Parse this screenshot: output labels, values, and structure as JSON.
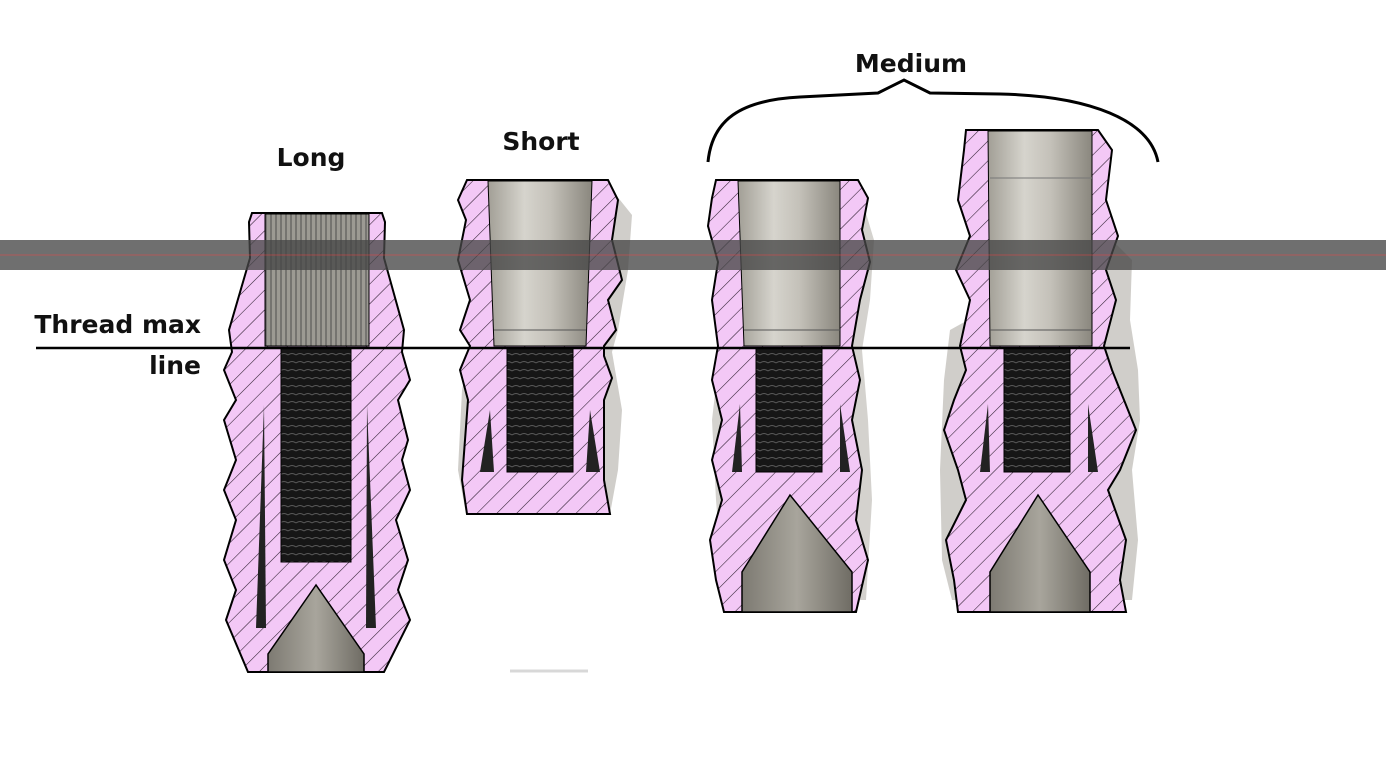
{
  "labels": {
    "long": "Long",
    "short": "Short",
    "medium": "Medium",
    "thread_line_1": "Thread max",
    "thread_line_2": "line"
  },
  "colors": {
    "section_fill": "#f3c8f6",
    "hatch": "#2a1c2c",
    "bore_light": "#ceccc5",
    "bore_dark": "#8e8a80",
    "thread": "#1a1a1a",
    "bar": "#4a4a4a",
    "outline": "#000000"
  },
  "icons": {
    "brace": "curly-brace-icon"
  }
}
